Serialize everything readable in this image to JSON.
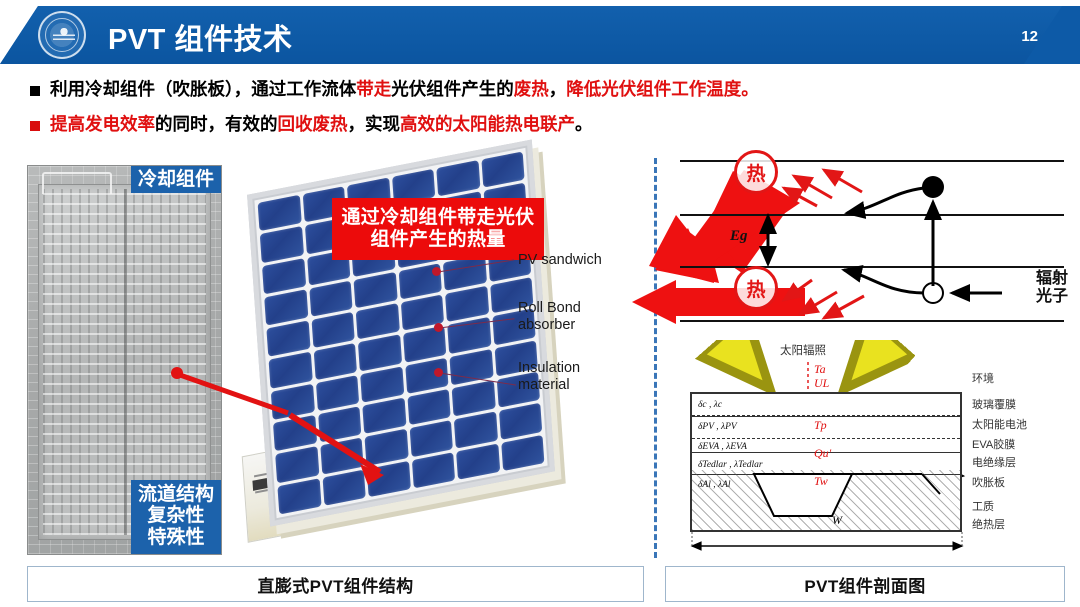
{
  "header": {
    "title": "PVT 组件技术",
    "page_number": "12",
    "logo_name": "university-seal-logo",
    "band_color": "#0d5aa7"
  },
  "bullets": [
    {
      "marker_color": "#000000",
      "segments": [
        {
          "text": "利用冷却组件（吹胀板），通过工作流体",
          "color": "black"
        },
        {
          "text": "带走",
          "color": "red"
        },
        {
          "text": "光伏组件产生的",
          "color": "black"
        },
        {
          "text": "废热",
          "color": "red"
        },
        {
          "text": "，",
          "color": "black"
        },
        {
          "text": "降低光伏组件工作温度。",
          "color": "red"
        }
      ]
    },
    {
      "marker_color": "#d90d0d",
      "segments": [
        {
          "text": "提高发电效率",
          "color": "red"
        },
        {
          "text": "的同时，有效的",
          "color": "black"
        },
        {
          "text": "回收废热",
          "color": "red"
        },
        {
          "text": "，实现",
          "color": "black"
        },
        {
          "text": "高效的太阳能热电联产",
          "color": "red"
        },
        {
          "text": "。",
          "color": "black"
        }
      ]
    }
  ],
  "left_photo": {
    "tag_top": "冷却组件",
    "tag_bottom_lines": [
      "流道结构",
      "复杂性",
      "特殊性"
    ],
    "tag_bg": "#1c62ab"
  },
  "center": {
    "callout_lines": [
      "通过冷却组件带走光伏",
      "组件产生的热量"
    ],
    "callout_bg": "#ec0b0b",
    "labels": [
      {
        "id": "pv-sandwich",
        "lines": [
          "PV sandwich"
        ]
      },
      {
        "id": "roll-bond-absorber",
        "lines": [
          "Roll Bond",
          "absorber"
        ]
      },
      {
        "id": "insulation-material",
        "lines": [
          "Insulation",
          "material"
        ]
      }
    ]
  },
  "band_diagram": {
    "eg_label": "Eg",
    "heat_label": "热",
    "photon_label_lines": [
      "辐射",
      "光子"
    ],
    "carrier_electron": "electron-filled-dot",
    "carrier_hole": "hole-open-dot"
  },
  "cross_section": {
    "sun_label": "太阳辐照",
    "width_label": "W",
    "red_symbols": [
      "Ta",
      "UL",
      "Tp",
      "Qu'",
      "Tw"
    ],
    "layer_symbols": [
      "δc , λc",
      "δPV , λPV",
      "δEVA , λEVA",
      "δTedlar , λTedlar",
      "δAl , λAl"
    ],
    "right_labels": [
      "环境",
      "玻璃覆膜",
      "太阳能电池",
      "EVA胶膜",
      "电绝缘层",
      "吹胀板",
      "工质",
      "绝热层"
    ]
  },
  "captions": {
    "left": "直膨式PVT组件结构",
    "right": "PVT组件剖面图"
  }
}
